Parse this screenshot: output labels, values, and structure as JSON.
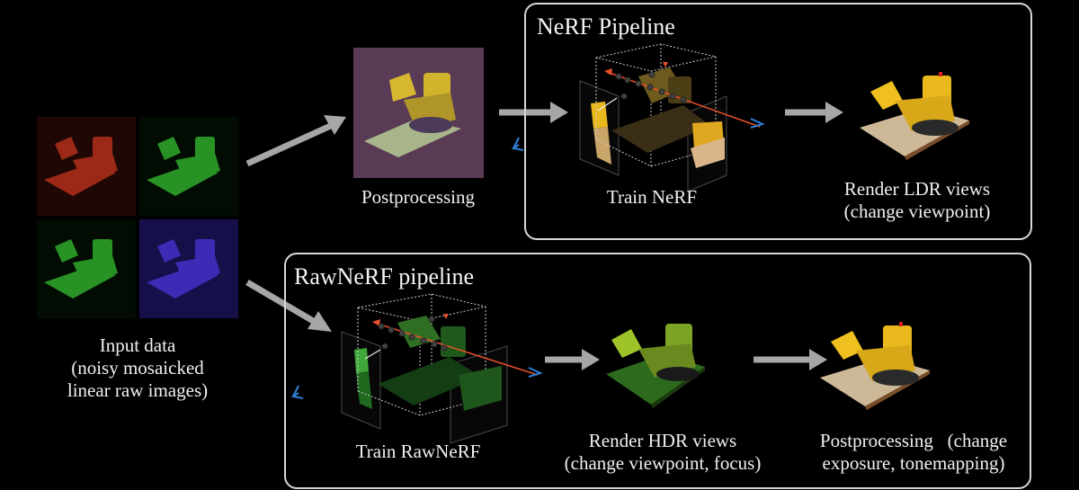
{
  "figure": {
    "input": {
      "label_lines": [
        "Input data",
        "(noisy mosaicked",
        "linear raw images)"
      ],
      "channels": [
        {
          "name": "red",
          "color": "#c8321e",
          "bg": "#2a0a06"
        },
        {
          "name": "green",
          "color": "#2fb52a",
          "bg": "#031203"
        },
        {
          "name": "green",
          "color": "#2fb52a",
          "bg": "#021002"
        },
        {
          "name": "blue",
          "color": "#4a35d8",
          "bg": "#1a0f5a"
        }
      ]
    },
    "postprocessing_top": {
      "label": "Postprocessing",
      "bg": "#5a3b55"
    },
    "nerf_pipeline": {
      "title": "NeRF Pipeline",
      "train_label": "Train NeRF",
      "render_label_lines": [
        "Render LDR views",
        "(change viewpoint)"
      ],
      "model_tint": "#e8b81c"
    },
    "rawnerf_pipeline": {
      "title": "RawNeRF pipeline",
      "train_label": "Train RawNeRF",
      "render_label_lines": [
        "Render HDR views",
        "(change viewpoint, focus)"
      ],
      "post_label_lines": [
        "Postprocessing   (change",
        "exposure, tonemapping)"
      ],
      "model_tint": "#3a9a2a",
      "hdr_tint": "#9ec42a",
      "final_tint": "#e8b81c"
    },
    "colors": {
      "arrow": "#a6a6a6",
      "ray": "#e8502a",
      "camera": "#2f7fd8",
      "box_border": "#d8d8d8"
    }
  }
}
